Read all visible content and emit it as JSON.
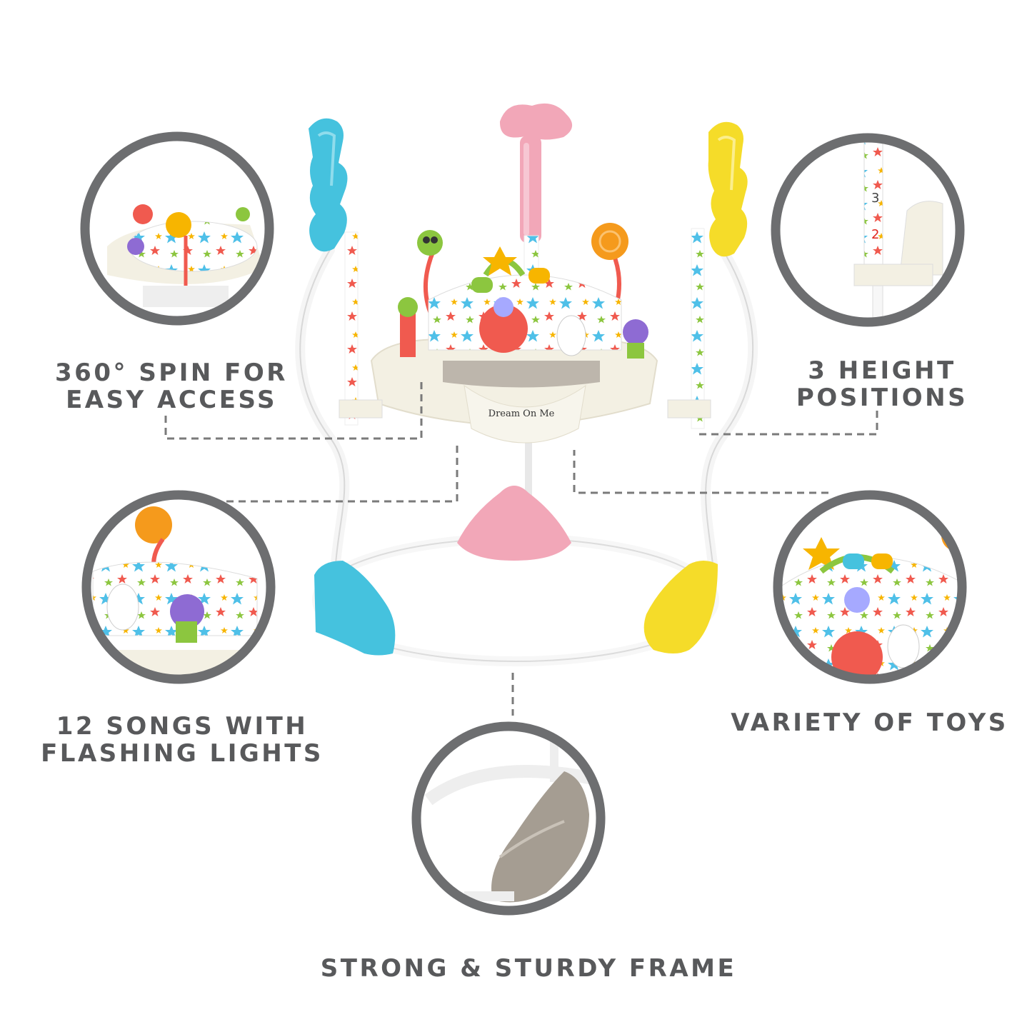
{
  "features": {
    "spin": {
      "line1": "360° SPIN FOR",
      "line2": "EASY ACCESS"
    },
    "height": {
      "line1": "3 HEIGHT",
      "line2": "POSITIONS"
    },
    "songs": {
      "line1": "12 SONGS WITH",
      "line2": "FLASHING LIGHTS"
    },
    "toys": {
      "line1": "VARIETY OF TOYS"
    },
    "frame": {
      "line1": "STRONG & STURDY FRAME"
    }
  },
  "product": {
    "brand_logo": "Dream On Me"
  },
  "colors": {
    "label_text": "#58595b",
    "circle_ring": "#6d6e70",
    "leader_line": "#7a7a7a",
    "accent_blue": "#45c2de",
    "accent_pink": "#f2a7b8",
    "accent_yellow": "#f5dc29",
    "accent_orange": "#f59a1c",
    "base_taupe": "#a59d92"
  }
}
